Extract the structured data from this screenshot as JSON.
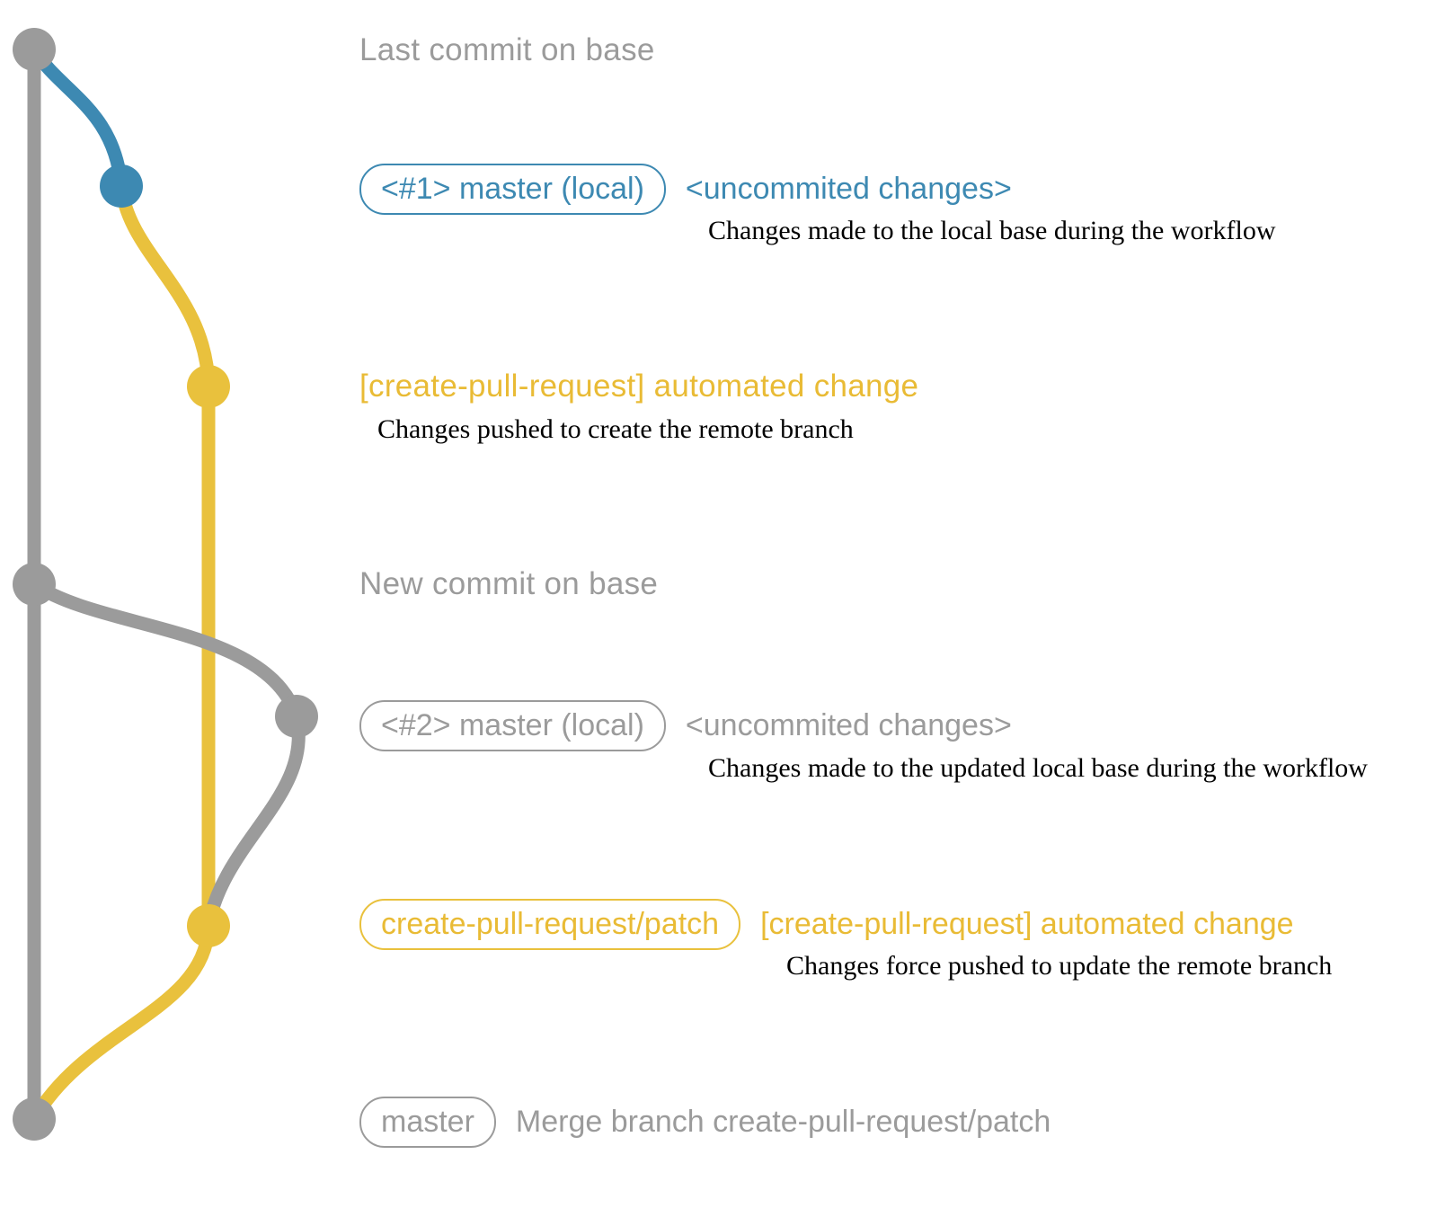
{
  "colors": {
    "base_gray": "#9b9b9b",
    "branch_blue": "#3d89b2",
    "branch_yellow": "#e9c13d",
    "description_text": "#000000"
  },
  "rows": {
    "last_commit": {
      "text": "Last commit on base"
    },
    "local_1": {
      "badge": "<#1> master (local)",
      "title": "<uncommited changes>",
      "description": "Changes made to the local base during the workflow"
    },
    "push": {
      "title": "[create-pull-request] automated change",
      "description": "Changes pushed to create the remote branch"
    },
    "new_commit": {
      "text": "New commit on base"
    },
    "local_2": {
      "badge": "<#2> master (local)",
      "title": "<uncommited changes>",
      "description": "Changes made to the updated local base during the workflow"
    },
    "force_push": {
      "badge": "create-pull-request/patch",
      "title": "[create-pull-request] automated change",
      "description": "Changes force pushed to update the remote branch"
    },
    "merge": {
      "badge": "master",
      "text": "Merge branch create-pull-request/patch"
    }
  },
  "graph": {
    "branches": [
      {
        "name": "base",
        "color": "gray"
      },
      {
        "name": "master (local) #1",
        "color": "blue"
      },
      {
        "name": "create-pull-request/patch",
        "color": "yellow"
      },
      {
        "name": "master (local) #2",
        "color": "gray"
      }
    ],
    "commits": [
      {
        "name": "last-commit-on-base",
        "color": "gray"
      },
      {
        "name": "uncommited-changes-1",
        "color": "blue"
      },
      {
        "name": "automated-change-1",
        "color": "yellow"
      },
      {
        "name": "new-commit-on-base",
        "color": "gray"
      },
      {
        "name": "uncommited-changes-2",
        "color": "gray"
      },
      {
        "name": "automated-change-2",
        "color": "yellow"
      },
      {
        "name": "merge-commit",
        "color": "gray"
      }
    ]
  }
}
